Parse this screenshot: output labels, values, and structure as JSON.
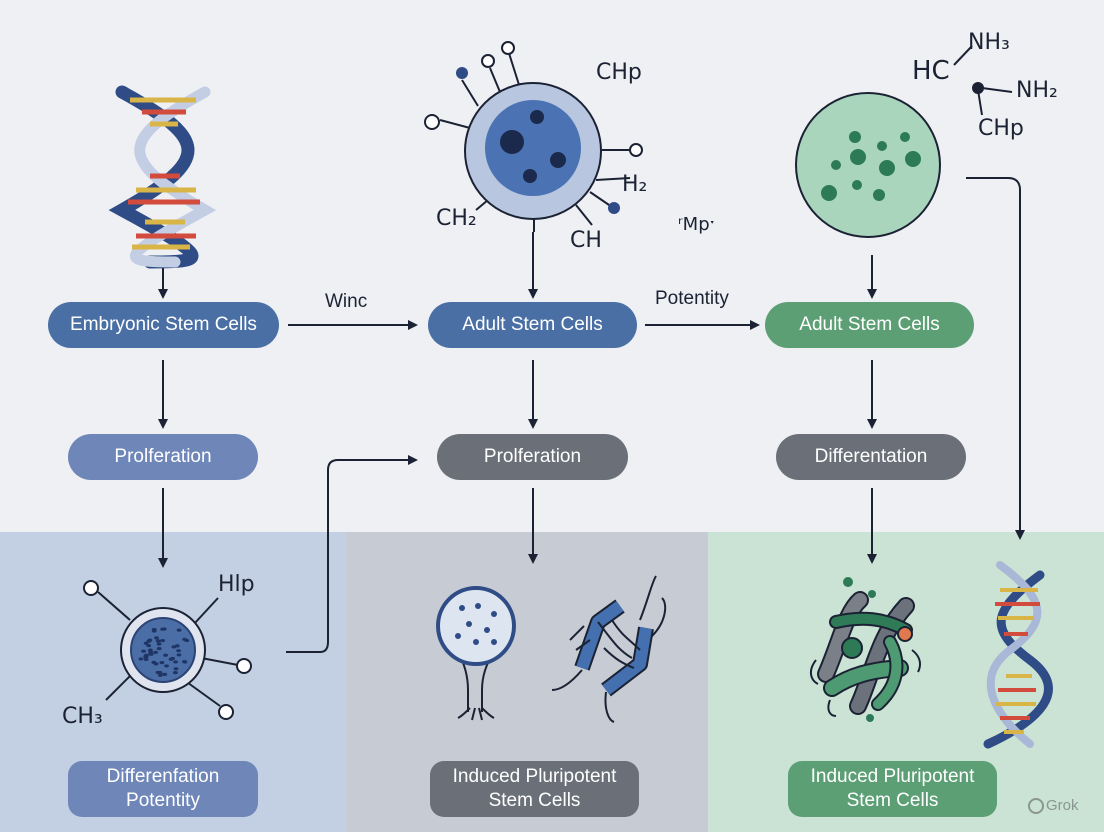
{
  "colors": {
    "background": "#eef0f4",
    "blue_dark": "#4a6fa5",
    "blue_pill": "#6f86b8",
    "gray_pill": "#6a6f78",
    "green_pill": "#5c9f75",
    "band_left": "#c2cfe2",
    "band_mid": "#c6cad2",
    "band_right": "#c9e2d4"
  },
  "nodes": {
    "embryonic_stem_cells": "Embryonic Stem Cells",
    "adult_stem_cells_mid": "Adult Stem Cells",
    "adult_stem_cells_right": "Adult Stem Cells",
    "proliferation_left": "Prolferation",
    "proliferation_mid": "Prolferation",
    "differentiation_right": "Differentation",
    "differentiation_potentity_line1": "Differenfation",
    "differentiation_potentity_line2": "Potentity",
    "ipsc_mid_line1": "Induced Pluripotent",
    "ipsc_mid_line2": "Stem Cells",
    "ipsc_right_line1": "Induced Pluripotent",
    "ipsc_right_line2": "Stem Cells"
  },
  "edge_labels": {
    "winc": "Winc",
    "potentity": "Potentity"
  },
  "chem_labels": {
    "chp_top": "CHp",
    "h2": "H₂",
    "ch2": "CH₂",
    "ch": "CH",
    "mp": "ʳMpˑ",
    "nh3": "NH₃",
    "hc": "HC",
    "nh2": "NH₂",
    "chp_right": "CHp",
    "hlp": "Hlp",
    "ch3": "CH₃"
  },
  "watermark": "Grok",
  "icons": [
    "dna-helix-icon",
    "stem-cell-icon",
    "green-cell-icon",
    "nucleus-cell-icon",
    "neuron-cell-icon",
    "protein-strand-icon",
    "protein-cluster-icon"
  ]
}
